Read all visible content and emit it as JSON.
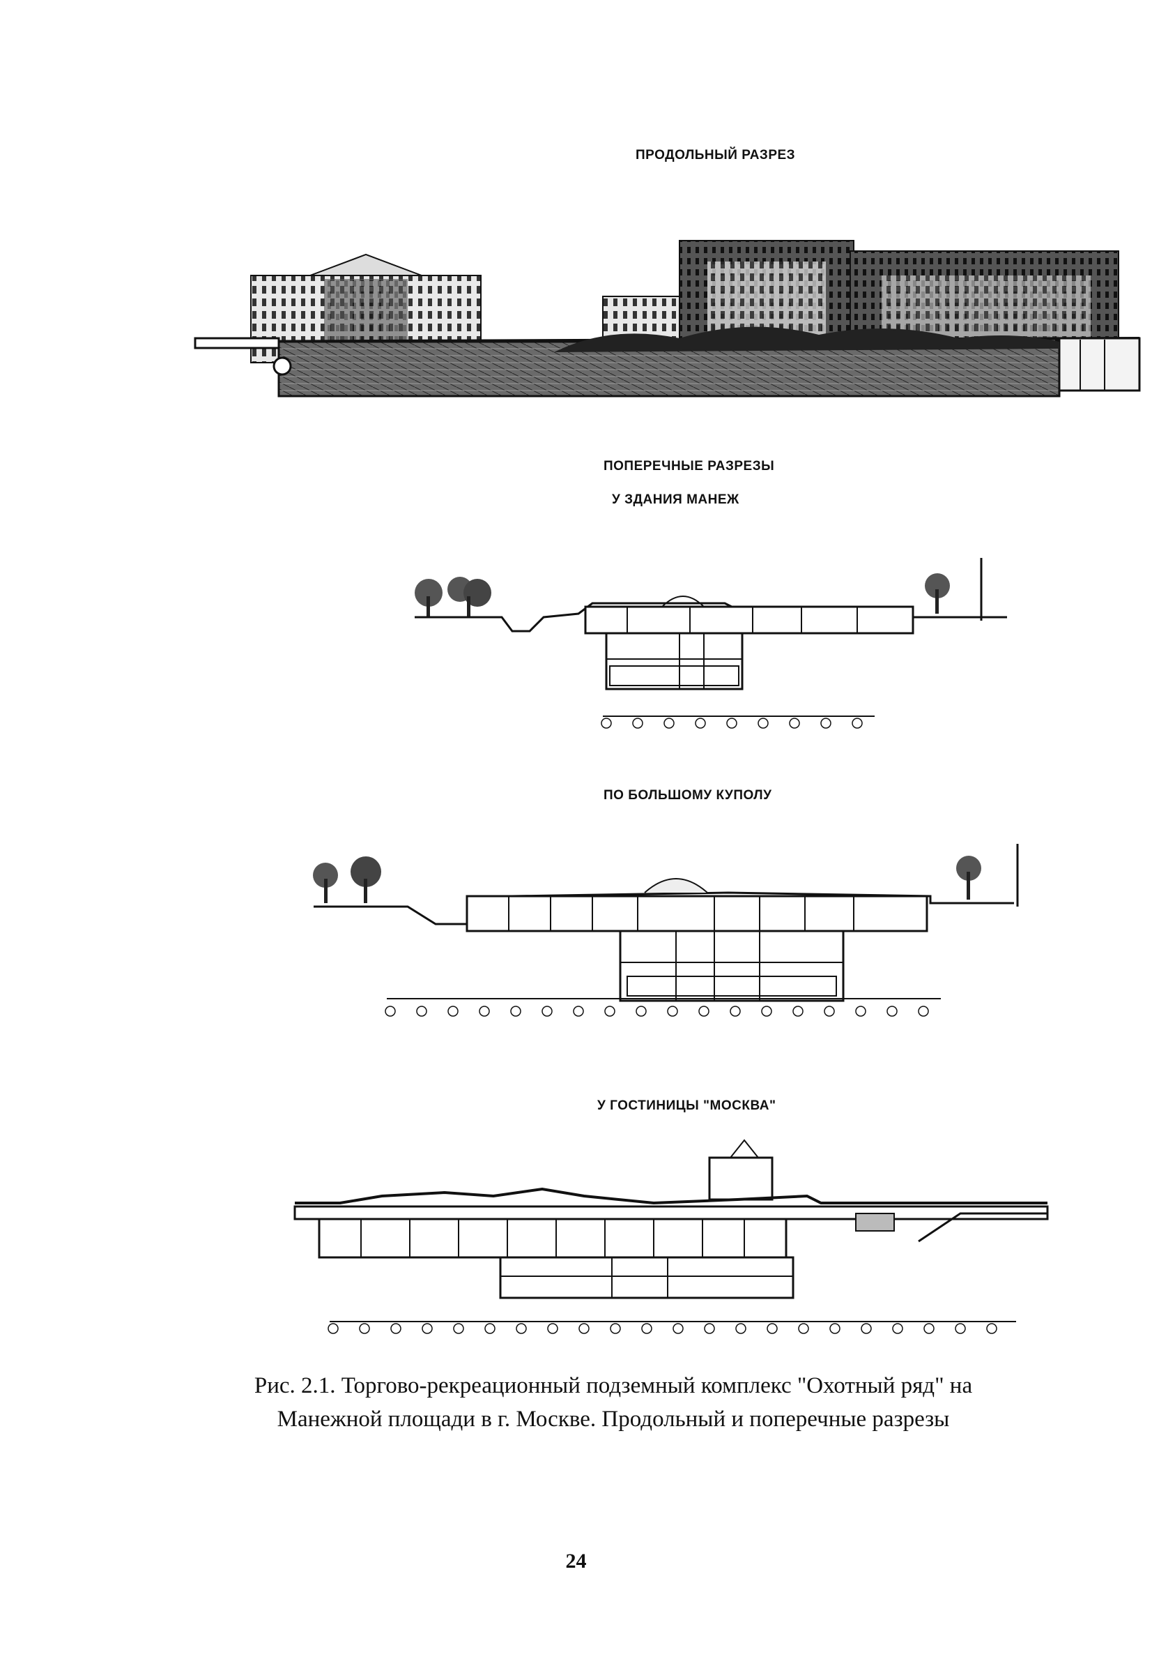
{
  "figure": {
    "longitudinal_title": "ПРОДОЛЬНЫЙ РАЗРЕЗ",
    "cross_title": "ПОПЕРЕЧНЫЕ РАЗРЕЗЫ",
    "cross_manege_title": "У ЗДАНИЯ МАНЕЖ",
    "cross_dome_title": "ПО БОЛЬШОМУ КУПОЛУ",
    "cross_hotel_title": "У ГОСТИНИЦЫ \"МОСКВА\""
  },
  "caption": {
    "line1": "Рис. 2.1. Торгово-рекреационный подземный комплекс \"Охотный ряд\" на",
    "line2": "Манежной площади в г. Москве. Продольный и поперечные разрезы"
  },
  "page_number": "24"
}
